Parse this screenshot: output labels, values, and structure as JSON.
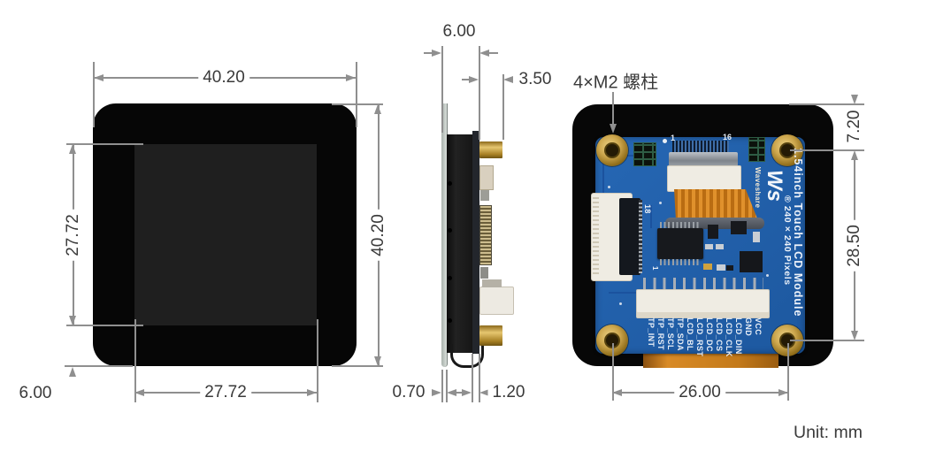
{
  "drawing": {
    "front": {
      "overall_width": "40.20",
      "overall_height": "40.20",
      "active_width": "27.72",
      "active_height": "27.72",
      "border": "6.00"
    },
    "side": {
      "total_thickness": "6.00",
      "standoff_height": "3.50",
      "glass_thickness": "0.70",
      "pcb_thickness": "1.20"
    },
    "back": {
      "standoff_note": "4×M2 螺柱",
      "hole_top_offset": "7.20",
      "hole_vertical_pitch": "28.50",
      "hole_horizontal_pitch": "26.00"
    },
    "unit_note": "Unit: mm"
  },
  "pcb": {
    "logo_text": "Ws",
    "brand": "Waveshare",
    "title": "1.54inch Touch LCD Module",
    "subtitle": "® 240 × 240 Pixels",
    "marking_pin1": "1",
    "marking_pin16": "16",
    "marking_fpc18": "18",
    "marking_fpc1": "1",
    "pin_labels": [
      "TP_INT",
      "TP_RST",
      "TP_SCL",
      "TP_SDA",
      "LCD_BL",
      "LCD_RST",
      "LCD_DC",
      "LCD_CS",
      "LCD_CLK",
      "LCD_DIN",
      "GND",
      "VCC"
    ]
  },
  "colors": {
    "pcb_blue": "#2263b0",
    "brass": "#c9a24a",
    "line_gray": "#8f8f8f",
    "text_gray": "#3a3a3a"
  }
}
